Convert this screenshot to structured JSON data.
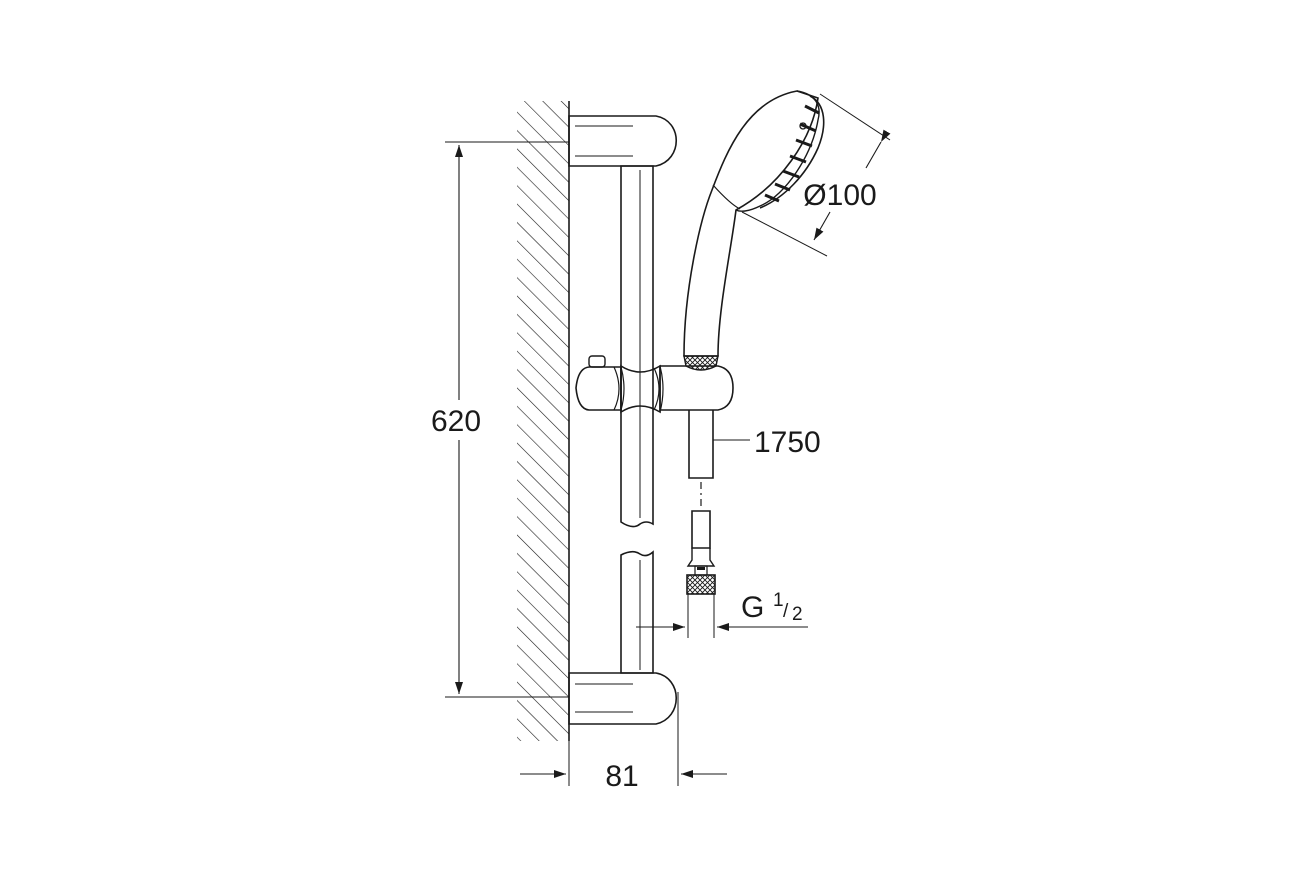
{
  "dimensions": {
    "height": "620",
    "depth": "81",
    "head_diameter": "Ø100",
    "hose_length": "1750",
    "thread": {
      "prefix": "G",
      "numerator": "1",
      "slash": "/",
      "denominator": "2"
    }
  },
  "colors": {
    "line": "#1a1a1a",
    "background": "#ffffff"
  }
}
